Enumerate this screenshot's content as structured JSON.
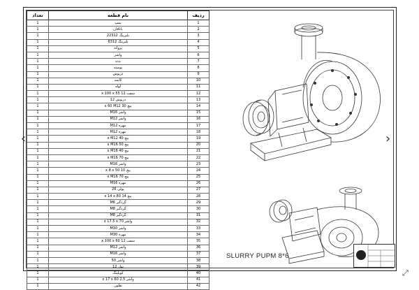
{
  "viewer": {
    "prev_icon": "‹",
    "next_icon": "›",
    "expand_icon": "⤢"
  },
  "drawing": {
    "caption": "SLURRY PUPM 8*6"
  },
  "table": {
    "headers": {
      "qty": "تعداد",
      "name": "نام قطعه",
      "row": "ردیف"
    },
    "rows": [
      [
        "1",
        "پمپ",
        "1"
      ],
      [
        "1",
        "یاتاقان",
        "2"
      ],
      [
        "1",
        "بلبرینگ 22312",
        "3"
      ],
      [
        "1",
        "بلبرینگ 6312",
        "4"
      ],
      [
        "1",
        "پروانه",
        "5"
      ],
      [
        "1",
        "واشر",
        "6"
      ],
      [
        "1",
        "بدنه",
        "7"
      ],
      [
        "1",
        "پوسته",
        "8"
      ],
      [
        "1",
        "درپوش",
        "9"
      ],
      [
        "1",
        "کاسه",
        "10"
      ],
      [
        "1",
        "لوله",
        "11"
      ],
      [
        "1",
        "شفت 12 x 100 x 55",
        "12"
      ],
      [
        "1",
        "درپوش 12",
        "13"
      ],
      [
        "1",
        "پیچ 30 x 60 M12",
        "14"
      ],
      [
        "1",
        "واشر M16",
        "15"
      ],
      [
        "1",
        "واشر M12",
        "16"
      ],
      [
        "1",
        "مهره M12",
        "17"
      ],
      [
        "1",
        "مهره M12",
        "18"
      ],
      [
        "1",
        "پیچ 40 x M12",
        "19"
      ],
      [
        "1",
        "پیچ 50 x M16",
        "20"
      ],
      [
        "1",
        "پیچ 40 x M16",
        "21"
      ],
      [
        "1",
        "پیچ 70 x M16",
        "22"
      ],
      [
        "1",
        "واشر M16",
        "23"
      ],
      [
        "1",
        "پیچ 10 x 8 x 50",
        "24"
      ],
      [
        "1",
        "پیچ 70 x M16",
        "25"
      ],
      [
        "1",
        "مهره M16",
        "26"
      ],
      [
        "1",
        "پولی 26",
        "27"
      ],
      [
        "1",
        "پیچ 14 x 14 x 80",
        "28"
      ],
      [
        "1",
        "گردگیر M6",
        "29"
      ],
      [
        "1",
        "گردگیر M8",
        "30"
      ],
      [
        "1",
        "گردگیر M8",
        "31"
      ],
      [
        "1",
        "واشر 70 x 17.5 x",
        "32"
      ],
      [
        "1",
        "واشر M30",
        "33"
      ],
      [
        "1",
        "مهره M30",
        "34"
      ],
      [
        "1",
        "شفت 12 x 100 x 60",
        "35"
      ],
      [
        "1",
        "واشر M12",
        "36"
      ],
      [
        "1",
        "واشر M16",
        "37"
      ],
      [
        "1",
        "واشر 50",
        "38"
      ],
      [
        "1",
        "نوار 12",
        "39"
      ],
      [
        "1",
        "کوپلینگ",
        "40"
      ],
      [
        "1",
        "واشر 2.5 x 17 x 60",
        "41"
      ],
      [
        "1",
        "تفلون",
        "42"
      ]
    ]
  }
}
